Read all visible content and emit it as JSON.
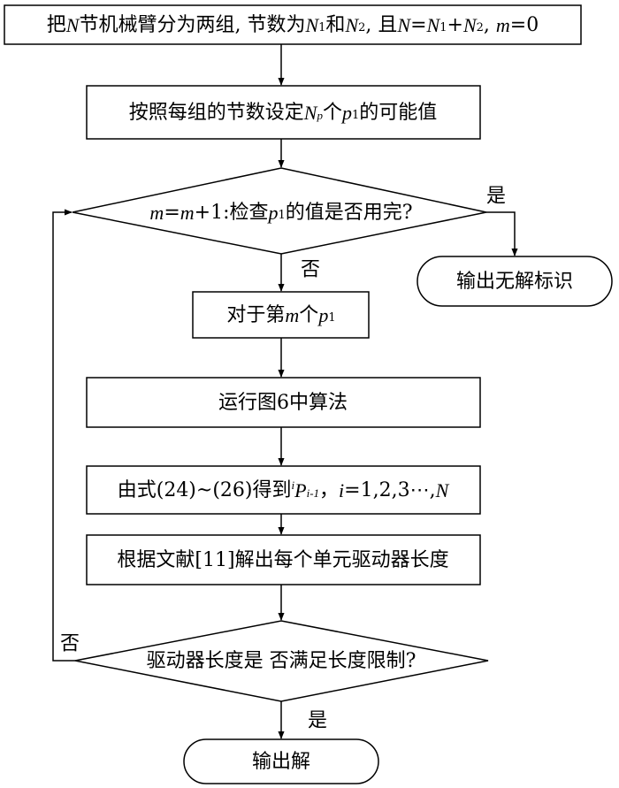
{
  "nodes": {
    "init": [
      {
        "t": "把"
      },
      {
        "t": "N",
        "i": true
      },
      {
        "t": "节机械臂分为两组, 节数为"
      },
      {
        "t": "N",
        "i": true
      },
      {
        "t": "1",
        "sub": true
      },
      {
        "t": "和"
      },
      {
        "t": "N",
        "i": true
      },
      {
        "t": "2",
        "sub": true
      },
      {
        "t": ", 且"
      },
      {
        "t": "N",
        "i": true
      },
      {
        "t": "="
      },
      {
        "t": "N",
        "i": true
      },
      {
        "t": "1",
        "sub": true
      },
      {
        "t": "+"
      },
      {
        "t": "N",
        "i": true
      },
      {
        "t": "2",
        "sub": true
      },
      {
        "t": ", "
      },
      {
        "t": "m",
        "i": true
      },
      {
        "t": "=0"
      }
    ],
    "set_values": [
      {
        "t": "按照每组的节数设定"
      },
      {
        "t": "N",
        "i": true
      },
      {
        "t": "p",
        "sub": true,
        "i": true
      },
      {
        "t": "个"
      },
      {
        "t": "p",
        "i": true
      },
      {
        "t": "1",
        "sub": true
      },
      {
        "t": "的可能值"
      }
    ],
    "check": [
      {
        "t": "m",
        "i": true
      },
      {
        "t": "="
      },
      {
        "t": "m",
        "i": true
      },
      {
        "t": "+1:检查"
      },
      {
        "t": "p",
        "i": true
      },
      {
        "t": "1",
        "sub": true
      },
      {
        "t": "的值是否用完?"
      }
    ],
    "no_solution": [
      {
        "t": "输出无解标识"
      }
    ],
    "for_mth": [
      {
        "t": "对于第"
      },
      {
        "t": "m",
        "i": true
      },
      {
        "t": "个"
      },
      {
        "t": "p",
        "i": true
      },
      {
        "t": "1",
        "sub": true
      }
    ],
    "run_algo": [
      {
        "t": "运行图6中算法"
      }
    ],
    "compute": [
      {
        "t": "由式(24)~(26)得到"
      },
      {
        "t": "i",
        "sup": true,
        "i": true
      },
      {
        "t": "P",
        "i": true
      },
      {
        "t": "i-1",
        "sub": true,
        "i": true
      },
      {
        "t": "，"
      },
      {
        "t": "i",
        "i": true
      },
      {
        "t": "=1,2,3⋯,"
      },
      {
        "t": "N",
        "i": true
      }
    ],
    "solve": [
      {
        "t": "根据文献[11]解出每个单元驱动器长度"
      }
    ],
    "check_len": [
      {
        "t": "驱动器长度是 否满足长度限制?"
      }
    ],
    "output": [
      {
        "t": "输出解"
      }
    ]
  },
  "labels": {
    "check_yes": "是",
    "check_no": "否",
    "len_no": "否",
    "len_yes": "是"
  }
}
